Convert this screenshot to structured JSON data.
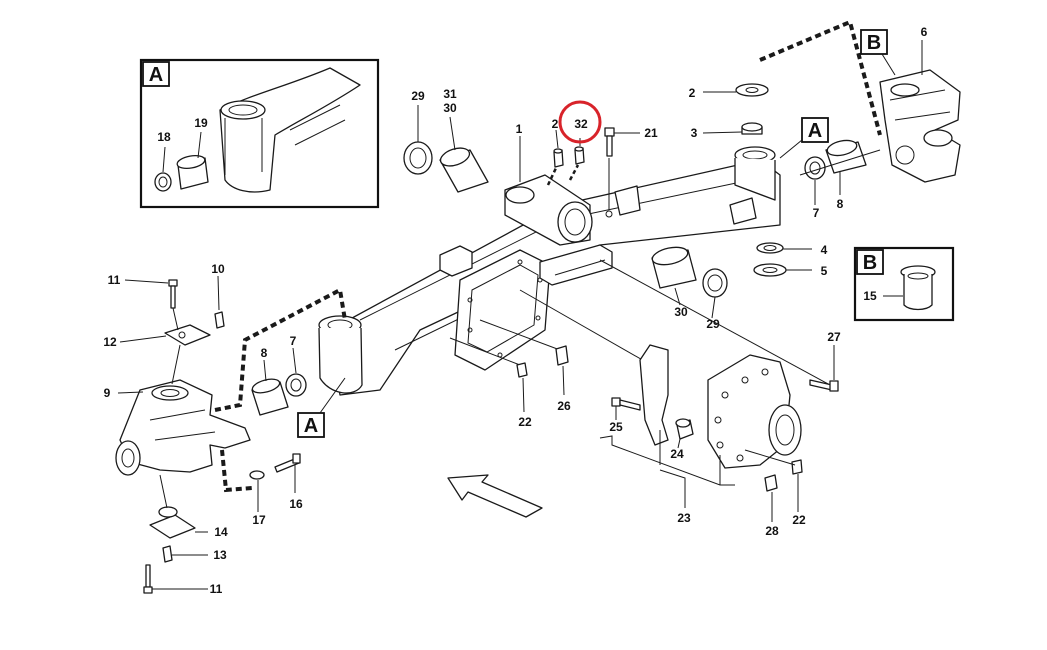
{
  "callouts": {
    "n1": "1",
    "n2a": "2",
    "n2b": "2",
    "n3": "3",
    "n4": "4",
    "n5": "5",
    "n6": "6",
    "n7a": "7",
    "n7b": "7",
    "n8a": "8",
    "n8b": "8",
    "n9": "9",
    "n10": "10",
    "n11a": "11",
    "n11b": "11",
    "n12": "12",
    "n13": "13",
    "n14": "14",
    "n15": "15",
    "n16": "16",
    "n17": "17",
    "n18": "18",
    "n19": "19",
    "n20": "21",
    "n22a": "22",
    "n22b": "22",
    "n23": "23",
    "n24": "24",
    "n25": "25",
    "n26": "26",
    "n27": "27",
    "n28": "28",
    "n29a": "29",
    "n29b": "29",
    "n30a": "30",
    "n30b": "30",
    "n31": "31",
    "n32": "32"
  },
  "detail_boxes": {
    "a_top": "A",
    "a_bottom": "A",
    "a_right": "A",
    "b_top": "B",
    "b_inset": "B"
  },
  "colors": {
    "highlight": "#d8232a",
    "ink": "#1a1a1a"
  }
}
